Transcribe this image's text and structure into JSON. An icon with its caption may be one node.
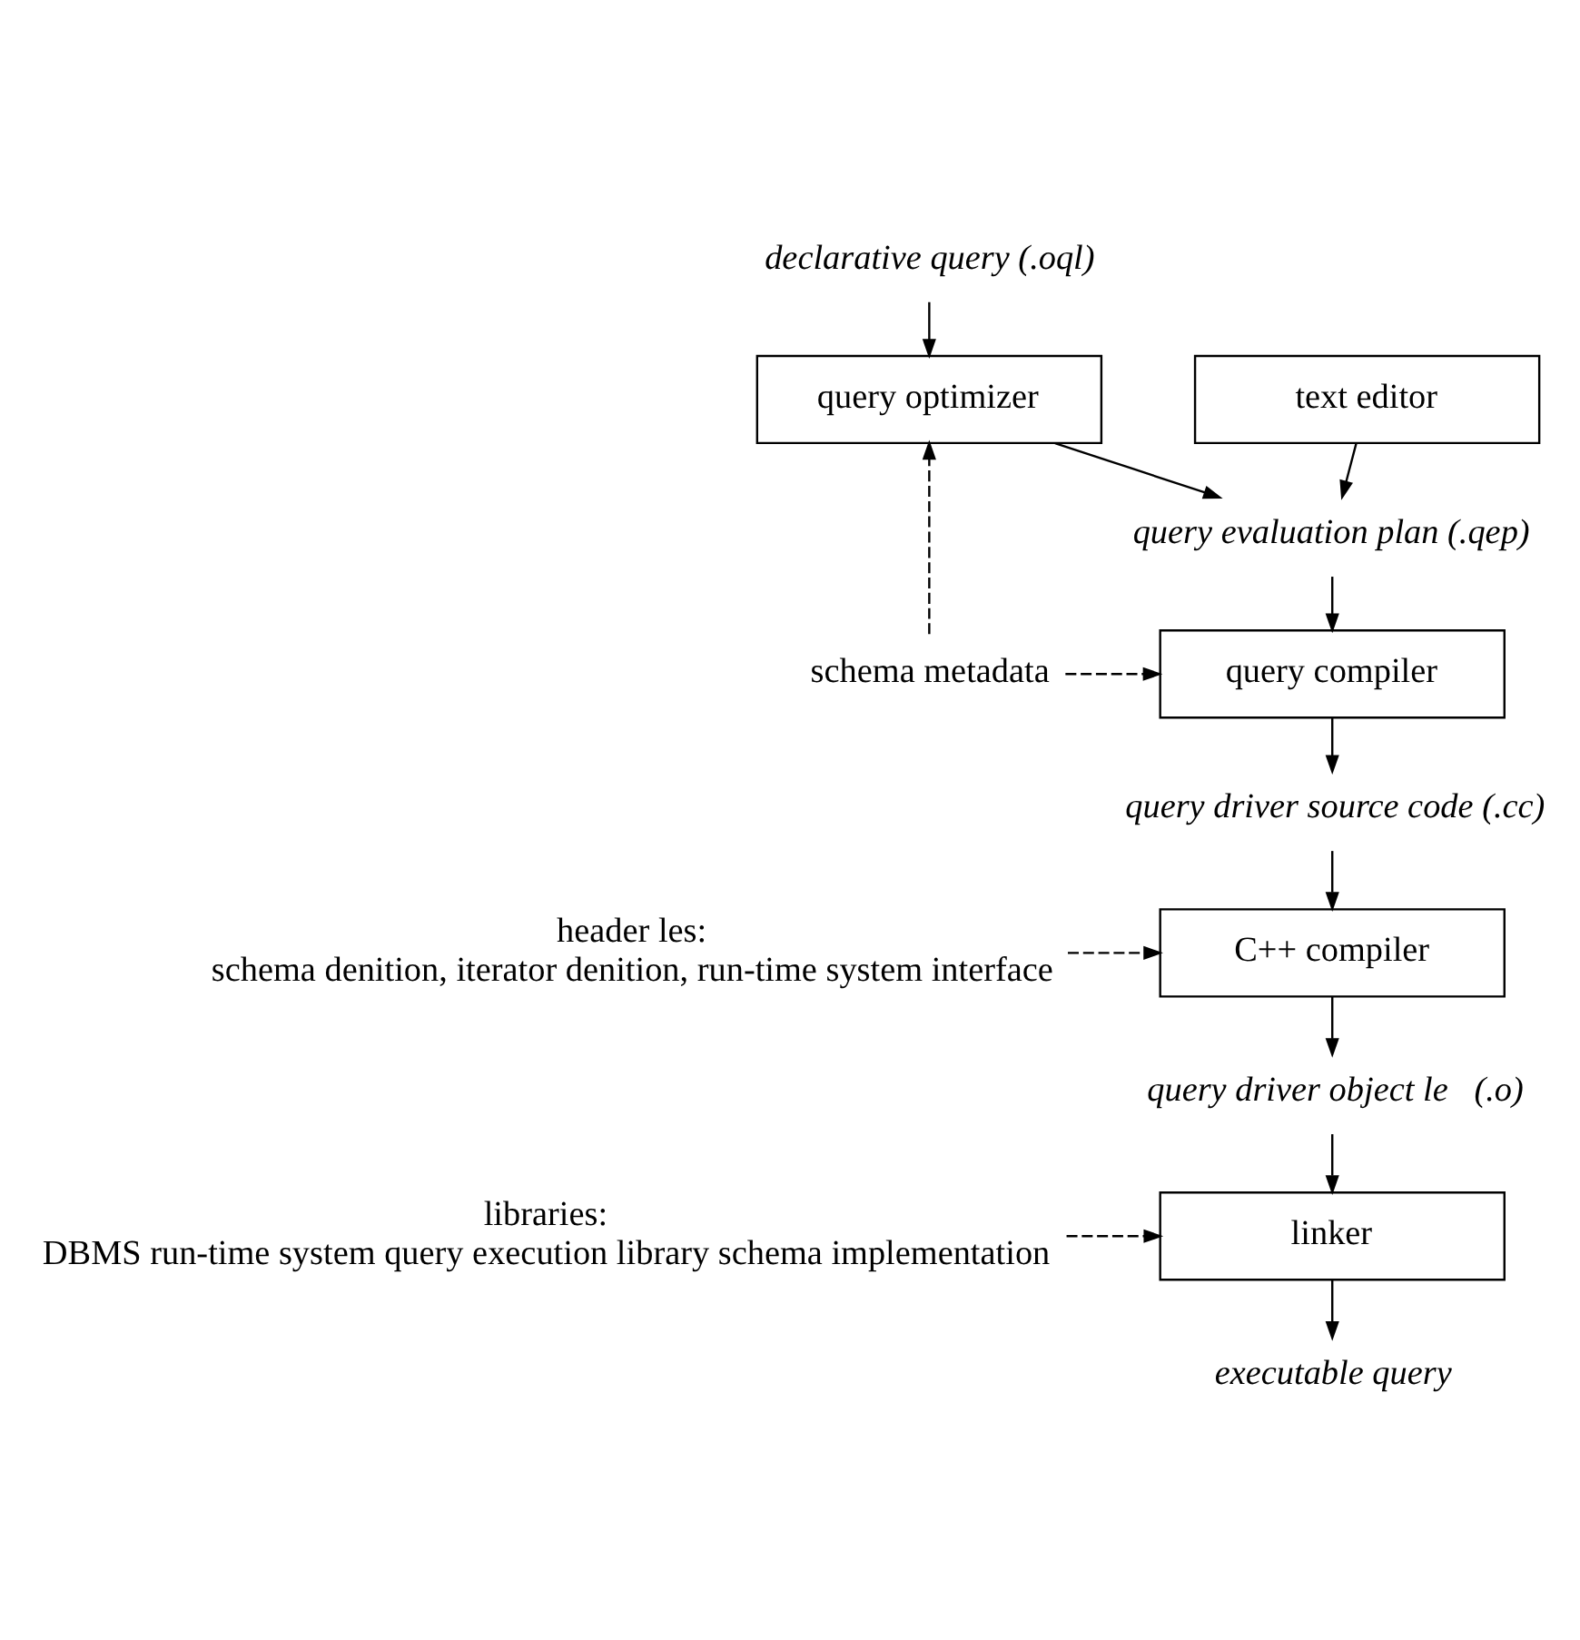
{
  "diagram": {
    "nodes": [
      {
        "text": [
          "declarative query (.oql)"
        ]
      },
      {
        "text": [
          "query optimizer"
        ]
      },
      {
        "text": [
          "text editor"
        ]
      },
      {
        "text": [
          "query evaluation plan (.qep)"
        ]
      },
      {
        "text": [
          "schema metadata"
        ]
      },
      {
        "text": [
          "query compiler"
        ]
      },
      {
        "text": [
          "query driver source code (.cc)"
        ]
      },
      {
        "text": [
          "header les:",
          "schema denition, iterator denition, run-time system interface"
        ]
      },
      {
        "text": [
          "C++ compiler"
        ]
      },
      {
        "text": [
          "query driver object le   (.o)"
        ]
      },
      {
        "text": [
          "libraries:",
          "DBMS run-time system query execution library schema implementation"
        ]
      },
      {
        "text": [
          "linker"
        ]
      },
      {
        "text": [
          "executable query"
        ]
      }
    ],
    "edges": [
      {
        "from": 0,
        "to": 1,
        "arrow": "to"
      },
      {
        "from": 1,
        "to": 3,
        "arrow": "to"
      },
      {
        "from": 2,
        "to": 3,
        "arrow": "to"
      },
      {
        "from": 4,
        "to": 1,
        "arrow": "to",
        "style": "dashed"
      },
      {
        "from": 4,
        "to": 5,
        "arrow": "to",
        "style": "dashed"
      },
      {
        "from": 3,
        "to": 5,
        "arrow": "to"
      },
      {
        "from": 5,
        "to": 6,
        "arrow": "to"
      },
      {
        "from": 6,
        "to": 8,
        "arrow": "to"
      },
      {
        "from": 7,
        "to": 8,
        "arrow": "to",
        "style": "dashed"
      },
      {
        "from": 8,
        "to": 9,
        "arrow": "to"
      },
      {
        "from": 9,
        "to": 11,
        "arrow": "to"
      },
      {
        "from": 10,
        "to": 11,
        "arrow": "to",
        "style": "dashed"
      },
      {
        "from": 11,
        "to": 12,
        "arrow": "to"
      }
    ]
  }
}
